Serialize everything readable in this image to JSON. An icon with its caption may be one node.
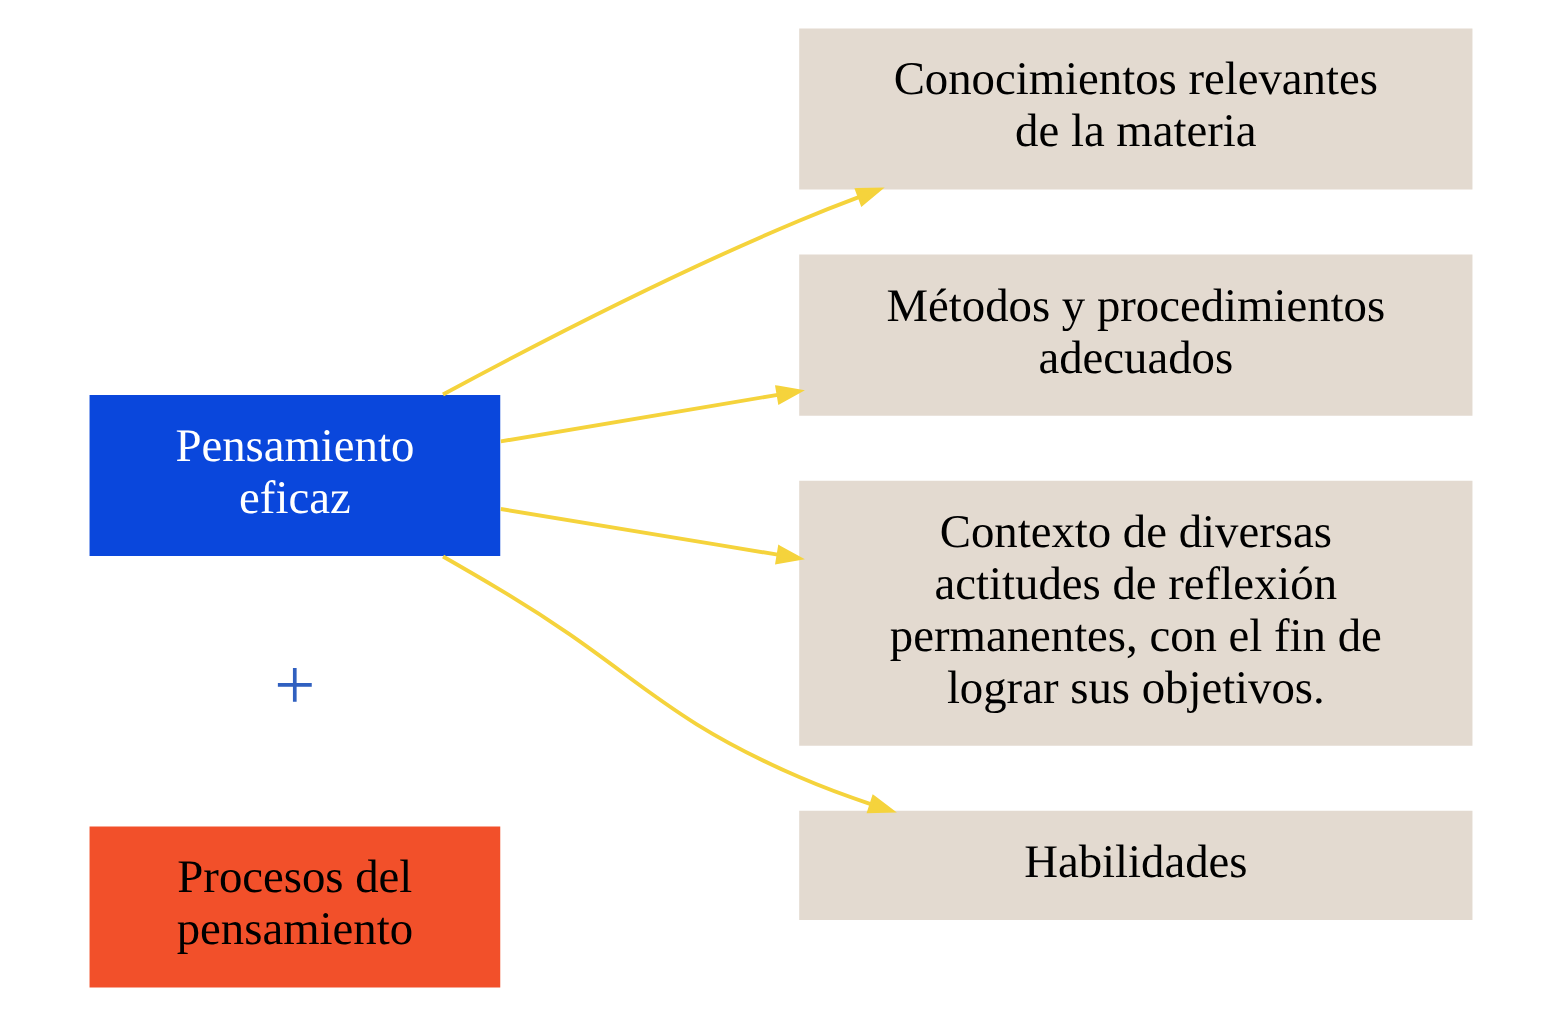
{
  "diagram": {
    "nodes": [
      {
        "text": [
          "Pensamiento eficaz"
        ]
      },
      {
        "text": [
          "Procesos del pensamiento"
        ]
      },
      {
        "text": [
          "Conocimientos relevantes de la materia"
        ]
      },
      {
        "text": [
          "Métodos y procedimientos adecuados"
        ]
      },
      {
        "text": [
          "Contexto de diversas actitudes de reflexión permanentes, con el fin de lograr sus objetivos."
        ]
      },
      {
        "text": [
          "Habilidades"
        ]
      }
    ],
    "edges": [
      {
        "from": 0,
        "to": 2,
        "arrow": "to"
      },
      {
        "from": 0,
        "to": 3,
        "arrow": "to"
      },
      {
        "from": 0,
        "to": 4,
        "arrow": "to"
      },
      {
        "from": 0,
        "to": 5,
        "arrow": "to"
      }
    ],
    "labels": [
      "+"
    ]
  }
}
